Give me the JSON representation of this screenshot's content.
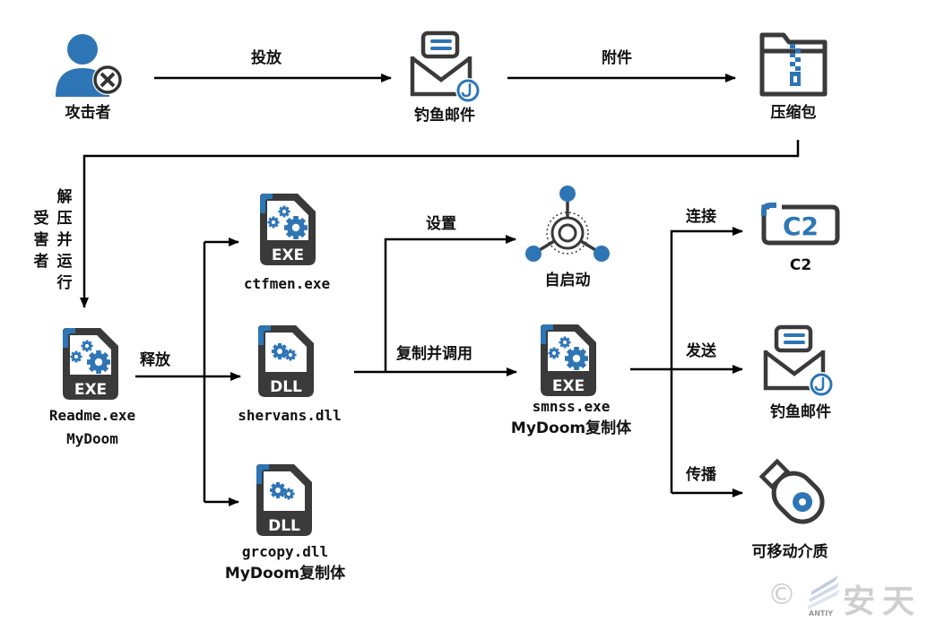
{
  "nodes": {
    "attacker": "攻击者",
    "phish_email_1": "钓鱼邮件",
    "archive": "压缩包",
    "readme_name": "Readme.exe",
    "readme_family": "MyDoom",
    "ctfmen": "ctfmen.exe",
    "shervans": "shervans.dll",
    "grcopy_name": "grcopy.dll",
    "grcopy_desc": "MyDoom复制体",
    "autostart": "自启动",
    "smnss_name": "smnss.exe",
    "smnss_desc": "MyDoom复制体",
    "c2": "C2",
    "phish_email_2": "钓鱼邮件",
    "removable": "可移动介质"
  },
  "edges": {
    "deliver": "投放",
    "attach": "附件",
    "victim": "受害者",
    "extract_run": "解压并运行",
    "release": "释放",
    "set": "设置",
    "copy_invoke": "复制并调用",
    "connect": "连接",
    "send": "发送",
    "spread": "传播"
  },
  "icon_badges": {
    "exe": "EXE",
    "dll": "DLL",
    "c2": "C2"
  },
  "watermark": {
    "copyright": "©",
    "brand_en": "ANTIY",
    "brand_cn": "安天"
  },
  "colors": {
    "accent_blue": "#2e75b6",
    "icon_dark": "#3a3a3a",
    "line": "#000000",
    "watermark": "#cfcfcf"
  }
}
